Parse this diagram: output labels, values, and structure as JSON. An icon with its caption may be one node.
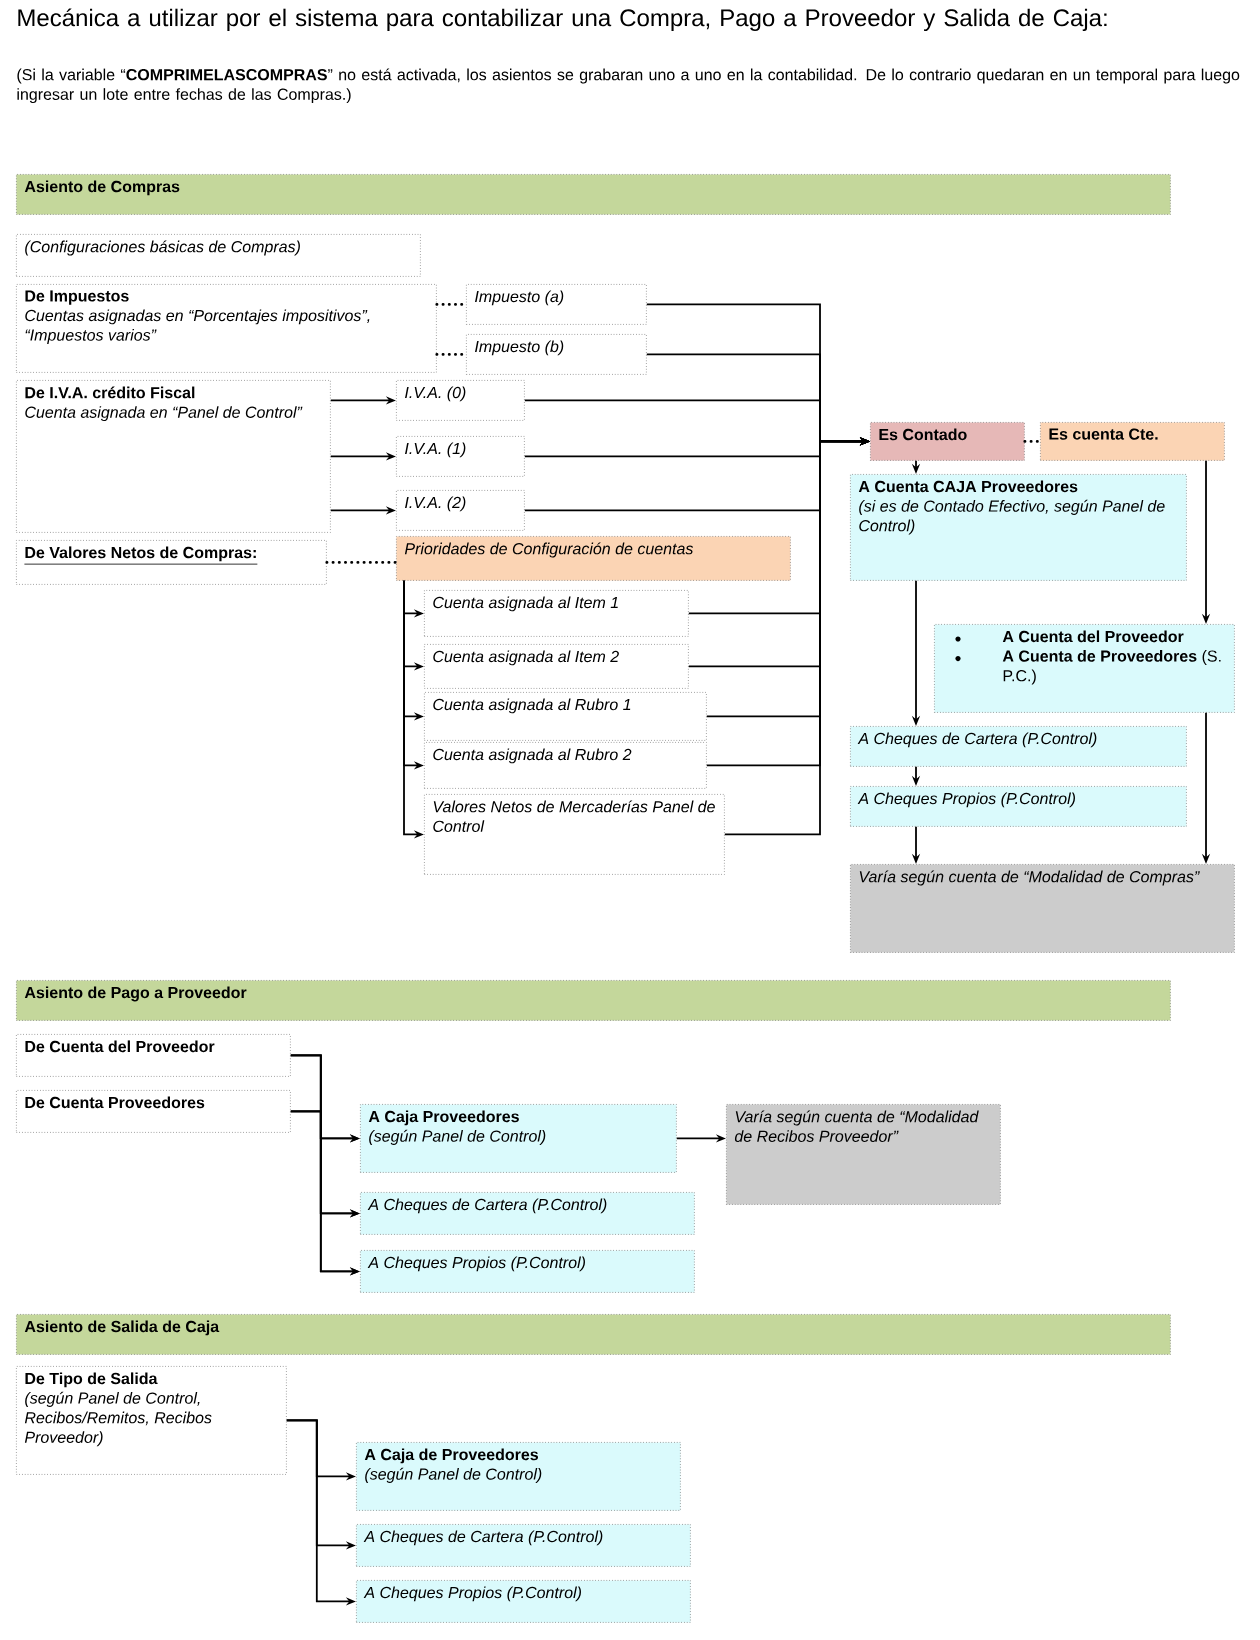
{
  "diagram": {
    "title": "Mecánica a utilizar por el sistema para contabilizar una Compra, Pago a Proveedor y Salida de Caja:",
    "labels": [
      "(Si la variable “**COMPRIMELASCOMPRAS**” no está activada, los asientos se grabaran uno a uno en la contabilidad. De lo contrario quedaran en un temporal para luego ingresar un lote entre fechas de las Compras.)"
    ],
    "nodes": [
      {
        "text": [
          "Asiento de Compras"
        ]
      },
      {
        "text": [
          "(Configuraciones básicas de Compras)"
        ]
      },
      {
        "text": [
          "De Impuestos",
          "Cuentas asignadas en “Porcentajes impositivos”, “Impuestos varios”"
        ]
      },
      {
        "text": [
          "Impuesto (a)"
        ]
      },
      {
        "text": [
          "Impuesto (b)"
        ]
      },
      {
        "text": [
          "De I.V.A. crédito Fiscal",
          "Cuenta asignada en “Panel de Control”"
        ]
      },
      {
        "text": [
          "I.V.A. (0)"
        ]
      },
      {
        "text": [
          "I.V.A. (1)"
        ]
      },
      {
        "text": [
          "I.V.A. (2)"
        ]
      },
      {
        "text": [
          "De Valores Netos de Compras:"
        ]
      },
      {
        "text": [
          "Prioridades de Configuración de cuentas"
        ]
      },
      {
        "text": [
          "Cuenta asignada al Item 1"
        ]
      },
      {
        "text": [
          "Cuenta asignada al Item 2"
        ]
      },
      {
        "text": [
          "Cuenta asignada al Rubro 1"
        ]
      },
      {
        "text": [
          "Cuenta asignada al Rubro 2"
        ]
      },
      {
        "text": [
          "Valores Netos de Mercaderías Panel de Control"
        ]
      },
      {
        "text": [
          "Es Contado"
        ]
      },
      {
        "text": [
          "Es cuenta Cte."
        ]
      },
      {
        "text": [
          "A Cuenta CAJA Proveedores",
          "(si es de Contado Efectivo, según Panel de Control)"
        ]
      },
      {
        "text": [
          "A Cuenta del Proveedor",
          "**A Cuenta de Proveedores** (S. P.C.)"
        ]
      },
      {
        "text": [
          "A Cheques de Cartera (P.Control)"
        ]
      },
      {
        "text": [
          "A Cheques Propios (P.Control)"
        ]
      },
      {
        "text": [
          "Varía según cuenta de “Modalidad de Compras”"
        ]
      },
      {
        "text": [
          "Asiento de Pago a Proveedor"
        ]
      },
      {
        "text": [
          "De  Cuenta del Proveedor"
        ]
      },
      {
        "text": [
          "De Cuenta Proveedores"
        ]
      },
      {
        "text": [
          "A Caja Proveedores",
          "(según Panel de Control)"
        ]
      },
      {
        "text": [
          "Varía según cuenta de “Modalidad de Recibos Proveedor”"
        ]
      },
      {
        "text": [
          "A Cheques de Cartera (P.Control)"
        ]
      },
      {
        "text": [
          "A Cheques Propios (P.Control)"
        ]
      },
      {
        "text": [
          "Asiento de Salida de Caja"
        ]
      },
      {
        "text": [
          "De Tipo de Salida",
          "(según Panel de Control, Recibos/Remitos, Recibos Proveedor)"
        ]
      },
      {
        "text": [
          "A Caja de Proveedores",
          "(según Panel de Control)"
        ]
      },
      {
        "text": [
          "A Cheques de Cartera (P.Control)"
        ]
      },
      {
        "text": [
          "A Cheques Propios (P.Control)"
        ]
      }
    ],
    "edges": [
      {
        "from": 2,
        "to": 3,
        "arrow": "none",
        "style": "dashed"
      },
      {
        "from": 2,
        "to": 4,
        "arrow": "none",
        "style": "dashed"
      },
      {
        "from": 5,
        "to": 6,
        "arrow": "to"
      },
      {
        "from": 5,
        "to": 7,
        "arrow": "to"
      },
      {
        "from": 5,
        "to": 8,
        "arrow": "to"
      },
      {
        "from": 9,
        "to": 10,
        "arrow": "none",
        "style": "dashed"
      },
      {
        "from": 10,
        "to": 11,
        "arrow": "to"
      },
      {
        "from": 10,
        "to": 12,
        "arrow": "to"
      },
      {
        "from": 10,
        "to": 13,
        "arrow": "to"
      },
      {
        "from": 10,
        "to": 14,
        "arrow": "to"
      },
      {
        "from": 10,
        "to": 15,
        "arrow": "to"
      },
      {
        "from": 3,
        "to": 16,
        "arrow": "to"
      },
      {
        "from": 4,
        "to": 16,
        "arrow": "to"
      },
      {
        "from": 6,
        "to": 16,
        "arrow": "to"
      },
      {
        "from": 7,
        "to": 16,
        "arrow": "to"
      },
      {
        "from": 8,
        "to": 16,
        "arrow": "to"
      },
      {
        "from": 11,
        "to": 16,
        "arrow": "to"
      },
      {
        "from": 12,
        "to": 16,
        "arrow": "to"
      },
      {
        "from": 13,
        "to": 16,
        "arrow": "to"
      },
      {
        "from": 14,
        "to": 16,
        "arrow": "to"
      },
      {
        "from": 15,
        "to": 16,
        "arrow": "to"
      },
      {
        "from": 16,
        "to": 17,
        "arrow": "none",
        "style": "dashed"
      },
      {
        "from": 16,
        "to": 18,
        "arrow": "to"
      },
      {
        "from": 17,
        "to": 19,
        "arrow": "to"
      },
      {
        "from": 18,
        "to": 20,
        "arrow": "to"
      },
      {
        "from": 20,
        "to": 21,
        "arrow": "to"
      },
      {
        "from": 21,
        "to": 22,
        "arrow": "to"
      },
      {
        "from": 19,
        "to": 22,
        "arrow": "to"
      },
      {
        "from": 24,
        "to": 26,
        "arrow": "to"
      },
      {
        "from": 24,
        "to": 28,
        "arrow": "to"
      },
      {
        "from": 24,
        "to": 29,
        "arrow": "to"
      },
      {
        "from": 25,
        "to": 26,
        "arrow": "to"
      },
      {
        "from": 25,
        "to": 28,
        "arrow": "to"
      },
      {
        "from": 25,
        "to": 29,
        "arrow": "to"
      },
      {
        "from": 26,
        "to": 27,
        "arrow": "to"
      },
      {
        "from": 31,
        "to": 32,
        "arrow": "to"
      },
      {
        "from": 31,
        "to": 33,
        "arrow": "to"
      },
      {
        "from": 31,
        "to": 34,
        "arrow": "to"
      }
    ]
  }
}
